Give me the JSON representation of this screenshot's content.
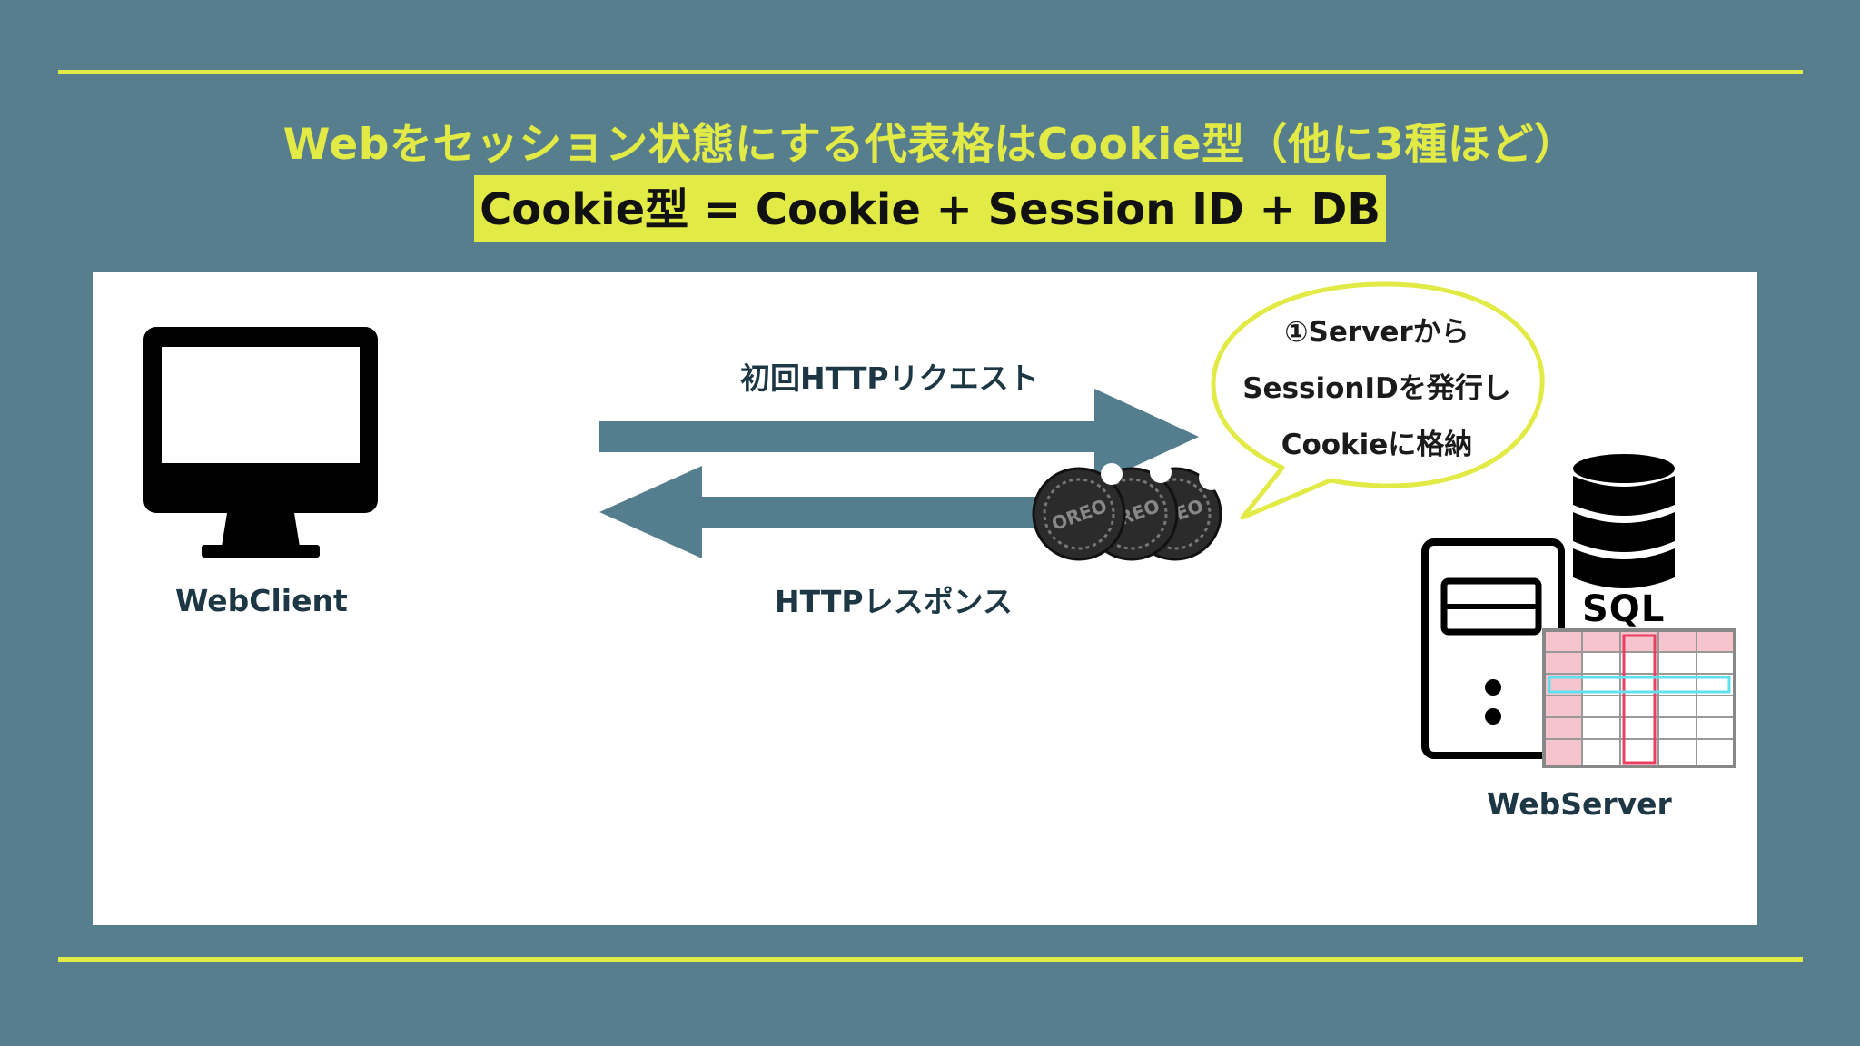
{
  "title": "Webをセッション状態にする代表格はCookie型（他に3種ほど）",
  "subtitle": "Cookie型 = Cookie + Session ID + DB",
  "client": {
    "label": "WebClient",
    "icon": "desktop-monitor-icon"
  },
  "server": {
    "label": "WebServer",
    "icon": "server-tower-icon",
    "db_label": "SQL"
  },
  "request_label": "初回HTTPリクエスト",
  "response_label": "HTTPレスポンス",
  "bubble_lines": [
    "①Serverから",
    "SessionIDを発行し",
    "Cookieに格納"
  ],
  "cookie_text": "OREO",
  "colors": {
    "background": "#567e8c",
    "accent_yellow": "#e2ea45",
    "arrow": "#547e8d",
    "panel": "#ffffff"
  }
}
